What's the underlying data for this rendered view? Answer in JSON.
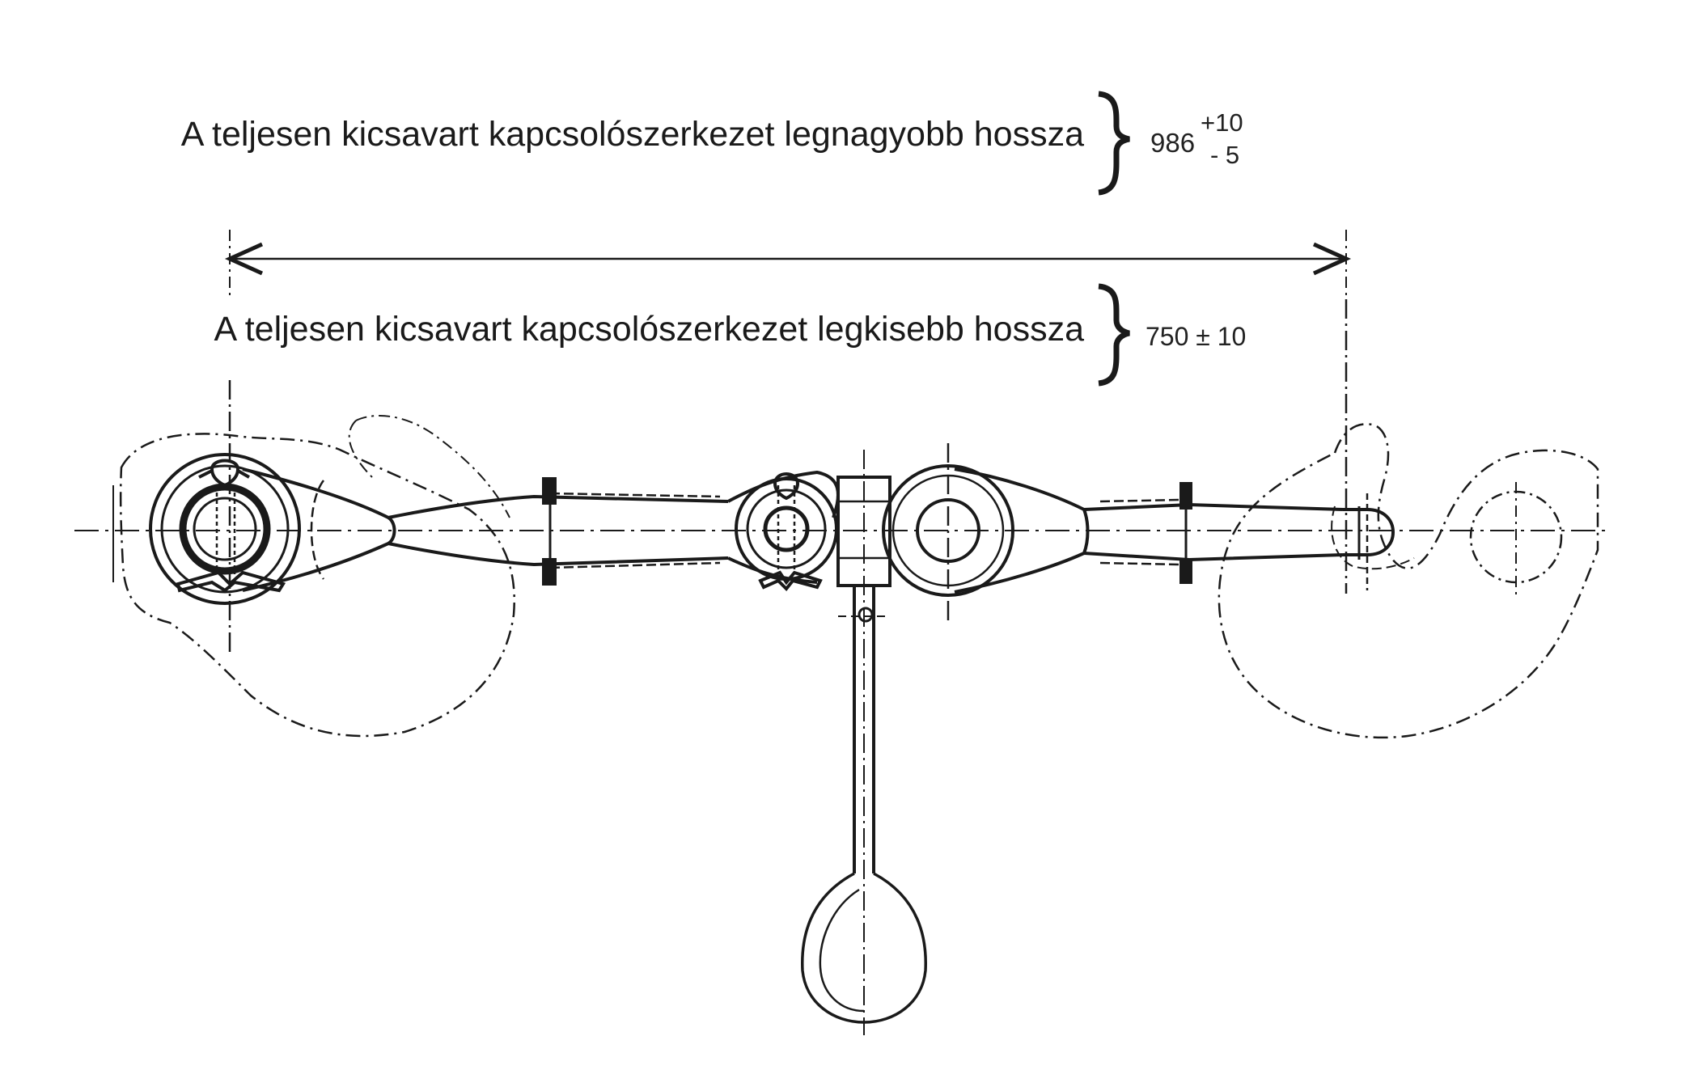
{
  "dimensions": {
    "max_length": {
      "label": "A teljesen kicsavart kapcsolószerkezet legnagyobb hossza",
      "nominal": "986",
      "tol_plus": "+10",
      "tol_minus": "- 5"
    },
    "min_length": {
      "label": "A teljesen kicsavart kapcsolószerkezet legkisebb hossza",
      "value": "750 ± 10"
    }
  },
  "colors": {
    "line": "#1a1a1a",
    "background": "#ffffff"
  }
}
